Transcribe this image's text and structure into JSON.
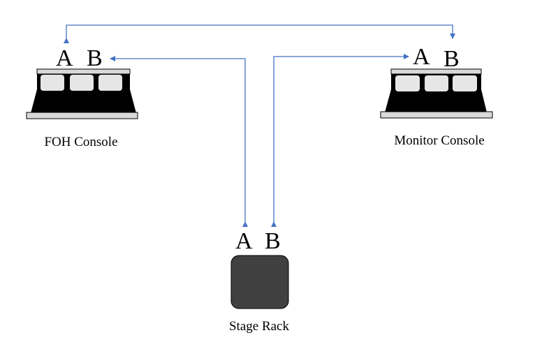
{
  "diagram": {
    "nodes": {
      "foh": {
        "label": "FOH Console",
        "port_a": "A",
        "port_b": "B",
        "type": "mixing-console"
      },
      "monitor": {
        "label": "Monitor Console",
        "port_a": "A",
        "port_b": "B",
        "type": "mixing-console"
      },
      "stage": {
        "label": "Stage Rack",
        "port_a": "A",
        "port_b": "B",
        "type": "stage-box"
      }
    },
    "connections": [
      {
        "from": "monitor.B",
        "to": "foh.A",
        "arrow": "both"
      },
      {
        "from": "stage.A",
        "to": "foh.B",
        "arrow": "both"
      },
      {
        "from": "stage.B",
        "to": "monitor.A",
        "arrow": "both"
      }
    ],
    "colors": {
      "wire": "#4472c4",
      "rack": "#404040",
      "console_body": "#000000",
      "console_panel": "#d9d9d9",
      "console_key": "#e6e6e6"
    }
  }
}
